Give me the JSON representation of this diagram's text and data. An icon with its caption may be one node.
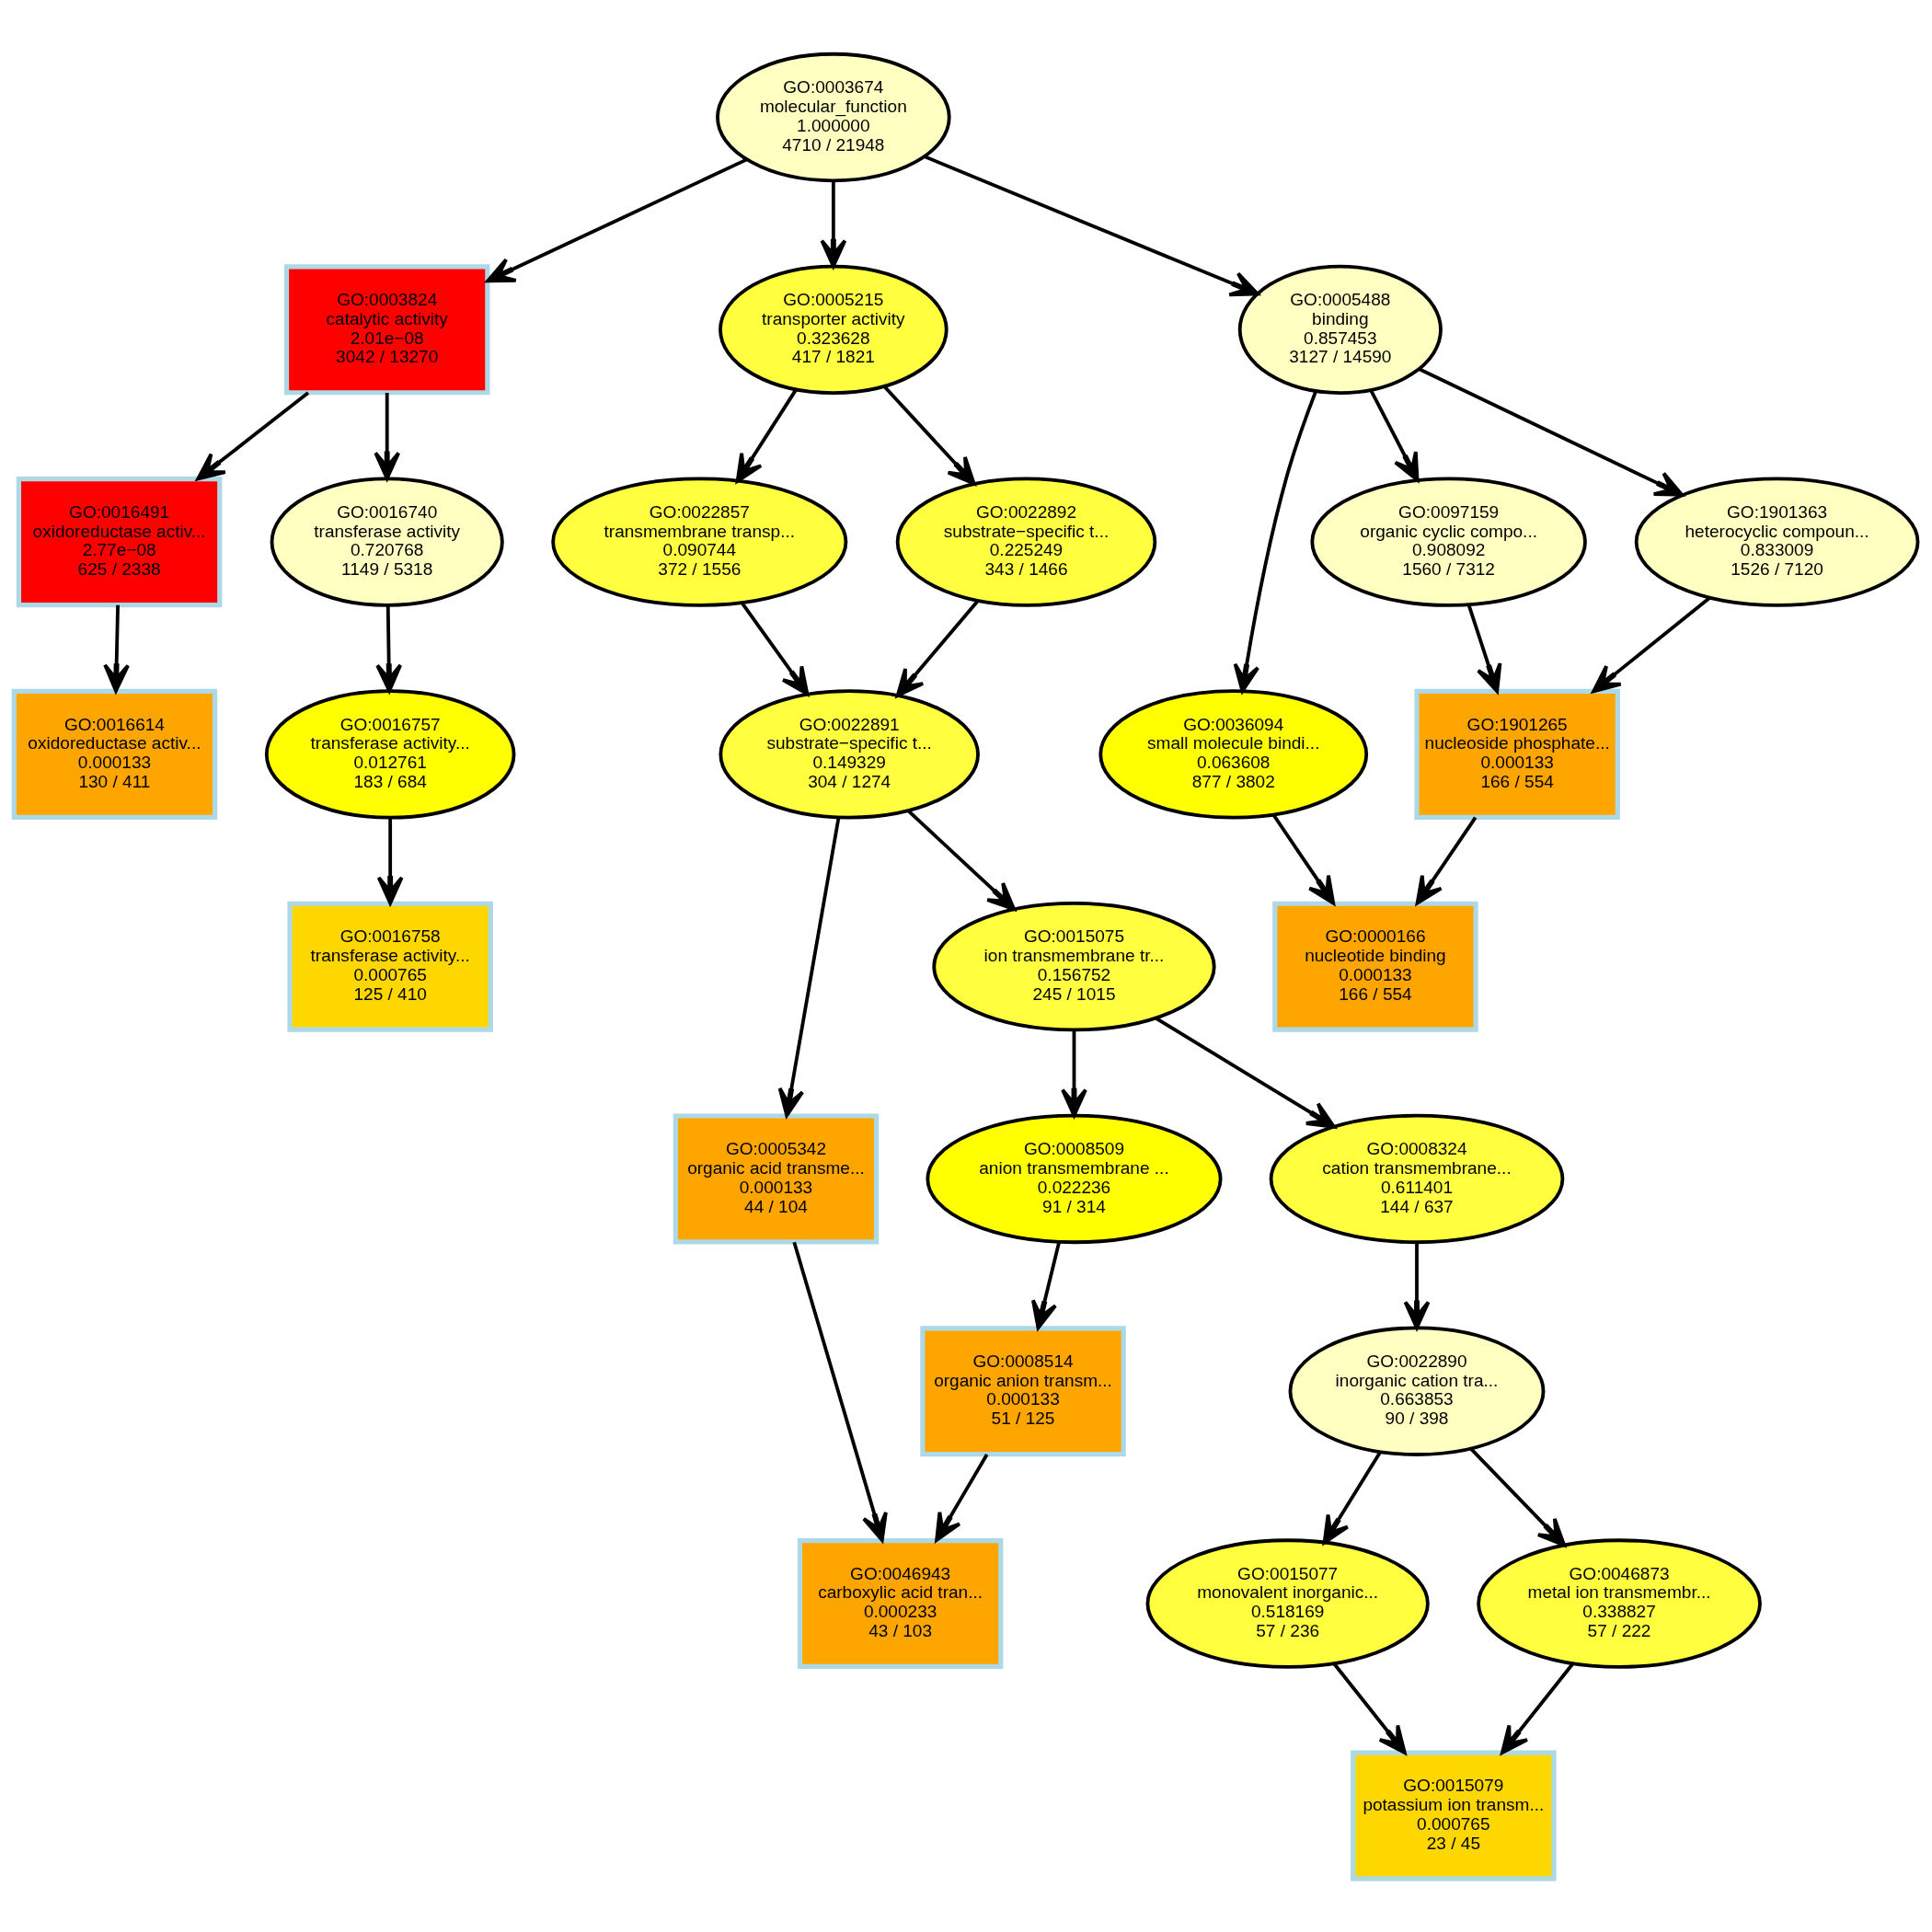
{
  "diagram": {
    "nodes": [
      {
        "text": [
          "GO:0003674",
          "molecular_function",
          "1.000000",
          "4710 / 21948"
        ]
      },
      {
        "text": [
          "GO:0003824",
          "catalytic activity",
          "2.01e−08",
          "3042 / 13270"
        ]
      },
      {
        "text": [
          "GO:0005215",
          "transporter activity",
          "0.323628",
          "417 / 1821"
        ]
      },
      {
        "text": [
          "GO:0005488",
          "binding",
          "0.857453",
          "3127 / 14590"
        ]
      },
      {
        "text": [
          "GO:0016491",
          "oxidoreductase activ...",
          "2.77e−08",
          "625 / 2338"
        ]
      },
      {
        "text": [
          "GO:0016740",
          "transferase activity",
          "0.720768",
          "1149 / 5318"
        ]
      },
      {
        "text": [
          "GO:0022857",
          "transmembrane transp...",
          "0.090744",
          "372 / 1556"
        ]
      },
      {
        "text": [
          "GO:0022892",
          "substrate−specific t...",
          "0.225249",
          "343 / 1466"
        ]
      },
      {
        "text": [
          "GO:0097159",
          "organic cyclic compo...",
          "0.908092",
          "1560 / 7312"
        ]
      },
      {
        "text": [
          "GO:1901363",
          "heterocyclic compoun...",
          "0.833009",
          "1526 / 7120"
        ]
      },
      {
        "text": [
          "GO:0016614",
          "oxidoreductase activ...",
          "0.000133",
          "130 / 411"
        ]
      },
      {
        "text": [
          "GO:0016757",
          "transferase activity...",
          "0.012761",
          "183 / 684"
        ]
      },
      {
        "text": [
          "GO:0022891",
          "substrate−specific t...",
          "0.149329",
          "304 / 1274"
        ]
      },
      {
        "text": [
          "GO:0036094",
          "small molecule bindi...",
          "0.063608",
          "877 / 3802"
        ]
      },
      {
        "text": [
          "GO:1901265",
          "nucleoside phosphate...",
          "0.000133",
          "166 / 554"
        ]
      },
      {
        "text": [
          "GO:0016758",
          "transferase activity...",
          "0.000765",
          "125 / 410"
        ]
      },
      {
        "text": [
          "GO:0015075",
          "ion transmembrane tr...",
          "0.156752",
          "245 / 1015"
        ]
      },
      {
        "text": [
          "GO:0000166",
          "nucleotide binding",
          "0.000133",
          "166 / 554"
        ]
      },
      {
        "text": [
          "GO:0005342",
          "organic acid transme...",
          "0.000133",
          "44 / 104"
        ]
      },
      {
        "text": [
          "GO:0008509",
          "anion transmembrane ...",
          "0.022236",
          "91 / 314"
        ]
      },
      {
        "text": [
          "GO:0008324",
          "cation transmembrane...",
          "0.611401",
          "144 / 637"
        ]
      },
      {
        "text": [
          "GO:0008514",
          "organic anion transm...",
          "0.000133",
          "51 / 125"
        ]
      },
      {
        "text": [
          "GO:0022890",
          "inorganic cation tra...",
          "0.663853",
          "90 / 398"
        ]
      },
      {
        "text": [
          "GO:0046943",
          "carboxylic acid tran...",
          "0.000233",
          "43 / 103"
        ]
      },
      {
        "text": [
          "GO:0015077",
          "monovalent inorganic...",
          "0.518169",
          "57 / 236"
        ]
      },
      {
        "text": [
          "GO:0046873",
          "metal ion transmembr...",
          "0.338827",
          "57 / 222"
        ]
      },
      {
        "text": [
          "GO:0015079",
          "potassium ion transm...",
          "0.000765",
          "23 / 45"
        ]
      }
    ],
    "edges": [
      {
        "from": 0,
        "to": 1,
        "arrow": "to"
      },
      {
        "from": 0,
        "to": 2,
        "arrow": "to"
      },
      {
        "from": 0,
        "to": 3,
        "arrow": "to"
      },
      {
        "from": 1,
        "to": 4,
        "arrow": "to"
      },
      {
        "from": 1,
        "to": 5,
        "arrow": "to"
      },
      {
        "from": 2,
        "to": 6,
        "arrow": "to"
      },
      {
        "from": 2,
        "to": 7,
        "arrow": "to"
      },
      {
        "from": 3,
        "to": 13,
        "arrow": "to"
      },
      {
        "from": 3,
        "to": 8,
        "arrow": "to"
      },
      {
        "from": 3,
        "to": 9,
        "arrow": "to"
      },
      {
        "from": 4,
        "to": 10,
        "arrow": "to"
      },
      {
        "from": 5,
        "to": 11,
        "arrow": "to"
      },
      {
        "from": 6,
        "to": 12,
        "arrow": "to"
      },
      {
        "from": 7,
        "to": 12,
        "arrow": "to"
      },
      {
        "from": 8,
        "to": 14,
        "arrow": "to"
      },
      {
        "from": 9,
        "to": 14,
        "arrow": "to"
      },
      {
        "from": 11,
        "to": 15,
        "arrow": "to"
      },
      {
        "from": 12,
        "to": 18,
        "arrow": "to"
      },
      {
        "from": 12,
        "to": 16,
        "arrow": "to"
      },
      {
        "from": 13,
        "to": 17,
        "arrow": "to"
      },
      {
        "from": 14,
        "to": 17,
        "arrow": "to"
      },
      {
        "from": 16,
        "to": 19,
        "arrow": "to"
      },
      {
        "from": 16,
        "to": 20,
        "arrow": "to"
      },
      {
        "from": 18,
        "to": 23,
        "arrow": "to"
      },
      {
        "from": 19,
        "to": 21,
        "arrow": "to"
      },
      {
        "from": 20,
        "to": 22,
        "arrow": "to"
      },
      {
        "from": 21,
        "to": 23,
        "arrow": "to"
      },
      {
        "from": 22,
        "to": 24,
        "arrow": "to"
      },
      {
        "from": 22,
        "to": 25,
        "arrow": "to"
      },
      {
        "from": 24,
        "to": 26,
        "arrow": "to"
      },
      {
        "from": 25,
        "to": 26,
        "arrow": "to"
      }
    ]
  }
}
